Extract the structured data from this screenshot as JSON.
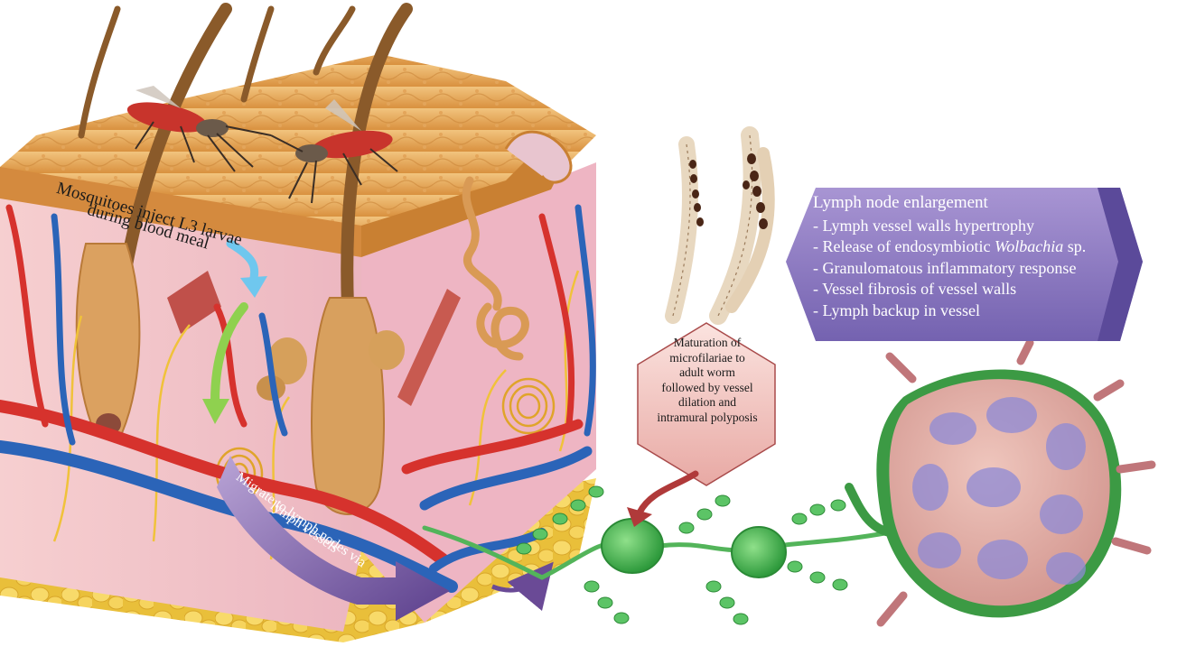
{
  "labels": {
    "inject_line1": "Mosquitoes inject  L3 larvae",
    "inject_line2": "during blood meal",
    "migrate_line1": "Migrate to lymph nodes via",
    "migrate_line2": "lymph vessels",
    "maturation_lines": [
      "Maturation of",
      "microfilariae to",
      "adult worm",
      "followed by vessel",
      "dilation and",
      "intramural polyposis"
    ]
  },
  "enlargement_box": {
    "title": "Lymph node enlargement",
    "items": [
      {
        "prefix": "- Lymph vessel walls hypertrophy",
        "italic": "",
        "suffix": ""
      },
      {
        "prefix": "- Release of endosymbiotic ",
        "italic": "Wolbachia",
        "suffix": " sp."
      },
      {
        "prefix": "- Granulomatous inflammatory response",
        "italic": "",
        "suffix": ""
      },
      {
        "prefix": "- Vessel fibrosis of vessel walls",
        "italic": "",
        "suffix": ""
      },
      {
        "prefix": "- Lymph backup in vessel",
        "italic": "",
        "suffix": ""
      }
    ]
  },
  "colors": {
    "box_fill": "#8c7ac0",
    "box_tip": "#5b4a9a",
    "hexagon_fill": "#f1c9c6",
    "hexagon_stroke": "#a94b4b",
    "skin_surface": "#e6a45a",
    "dermis": "#f3c6c6",
    "fat": "#f2cc45",
    "artery": "#d6322d",
    "vein": "#2b64b8",
    "lymph_vessel": "#53b45a",
    "lymph_node_outer": "#3c9a44",
    "blue_arrow": "#6fc7ee",
    "green_arrow": "#8fd14f",
    "purple_arrow": "#6a4a96",
    "red_arrow": "#b03a3a"
  }
}
